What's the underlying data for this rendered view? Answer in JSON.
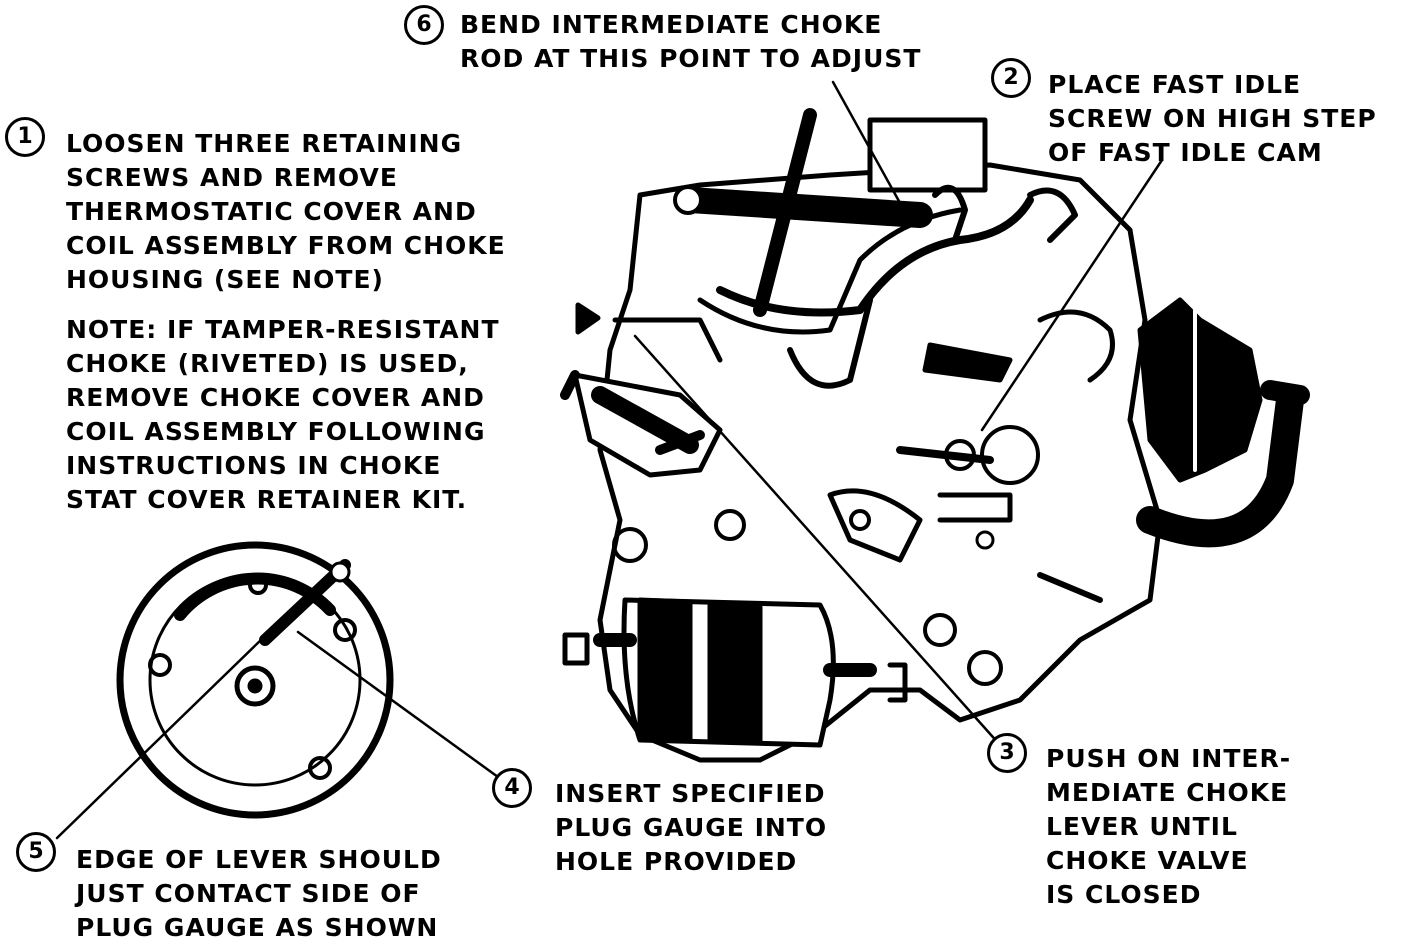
{
  "steps": {
    "s1": {
      "num": "1",
      "text": "LOOSEN THREE RETAINING\nSCREWS AND REMOVE\nTHERMOSTATIC COVER AND\nCOIL ASSEMBLY FROM CHOKE\nHOUSING (SEE NOTE)"
    },
    "note": {
      "text": "NOTE: IF TAMPER-RESISTANT\nCHOKE (RIVETED) IS USED,\nREMOVE CHOKE COVER AND\nCOIL ASSEMBLY FOLLOWING\nINSTRUCTIONS IN CHOKE\nSTAT COVER RETAINER KIT."
    },
    "s2": {
      "num": "2",
      "text": "PLACE FAST IDLE\nSCREW ON HIGH STEP\nOF FAST IDLE CAM"
    },
    "s3": {
      "num": "3",
      "text": "PUSH ON INTER-\nMEDIATE CHOKE\nLEVER UNTIL\nCHOKE VALVE\nIS CLOSED"
    },
    "s4": {
      "num": "4",
      "text": "INSERT SPECIFIED\nPLUG GAUGE INTO\nHOLE PROVIDED"
    },
    "s5": {
      "num": "5",
      "text": "EDGE OF LEVER SHOULD\nJUST CONTACT SIDE OF\nPLUG GAUGE AS SHOWN"
    },
    "s6": {
      "num": "6",
      "text": "BEND INTERMEDIATE CHOKE\nROD AT THIS POINT TO ADJUST"
    }
  }
}
